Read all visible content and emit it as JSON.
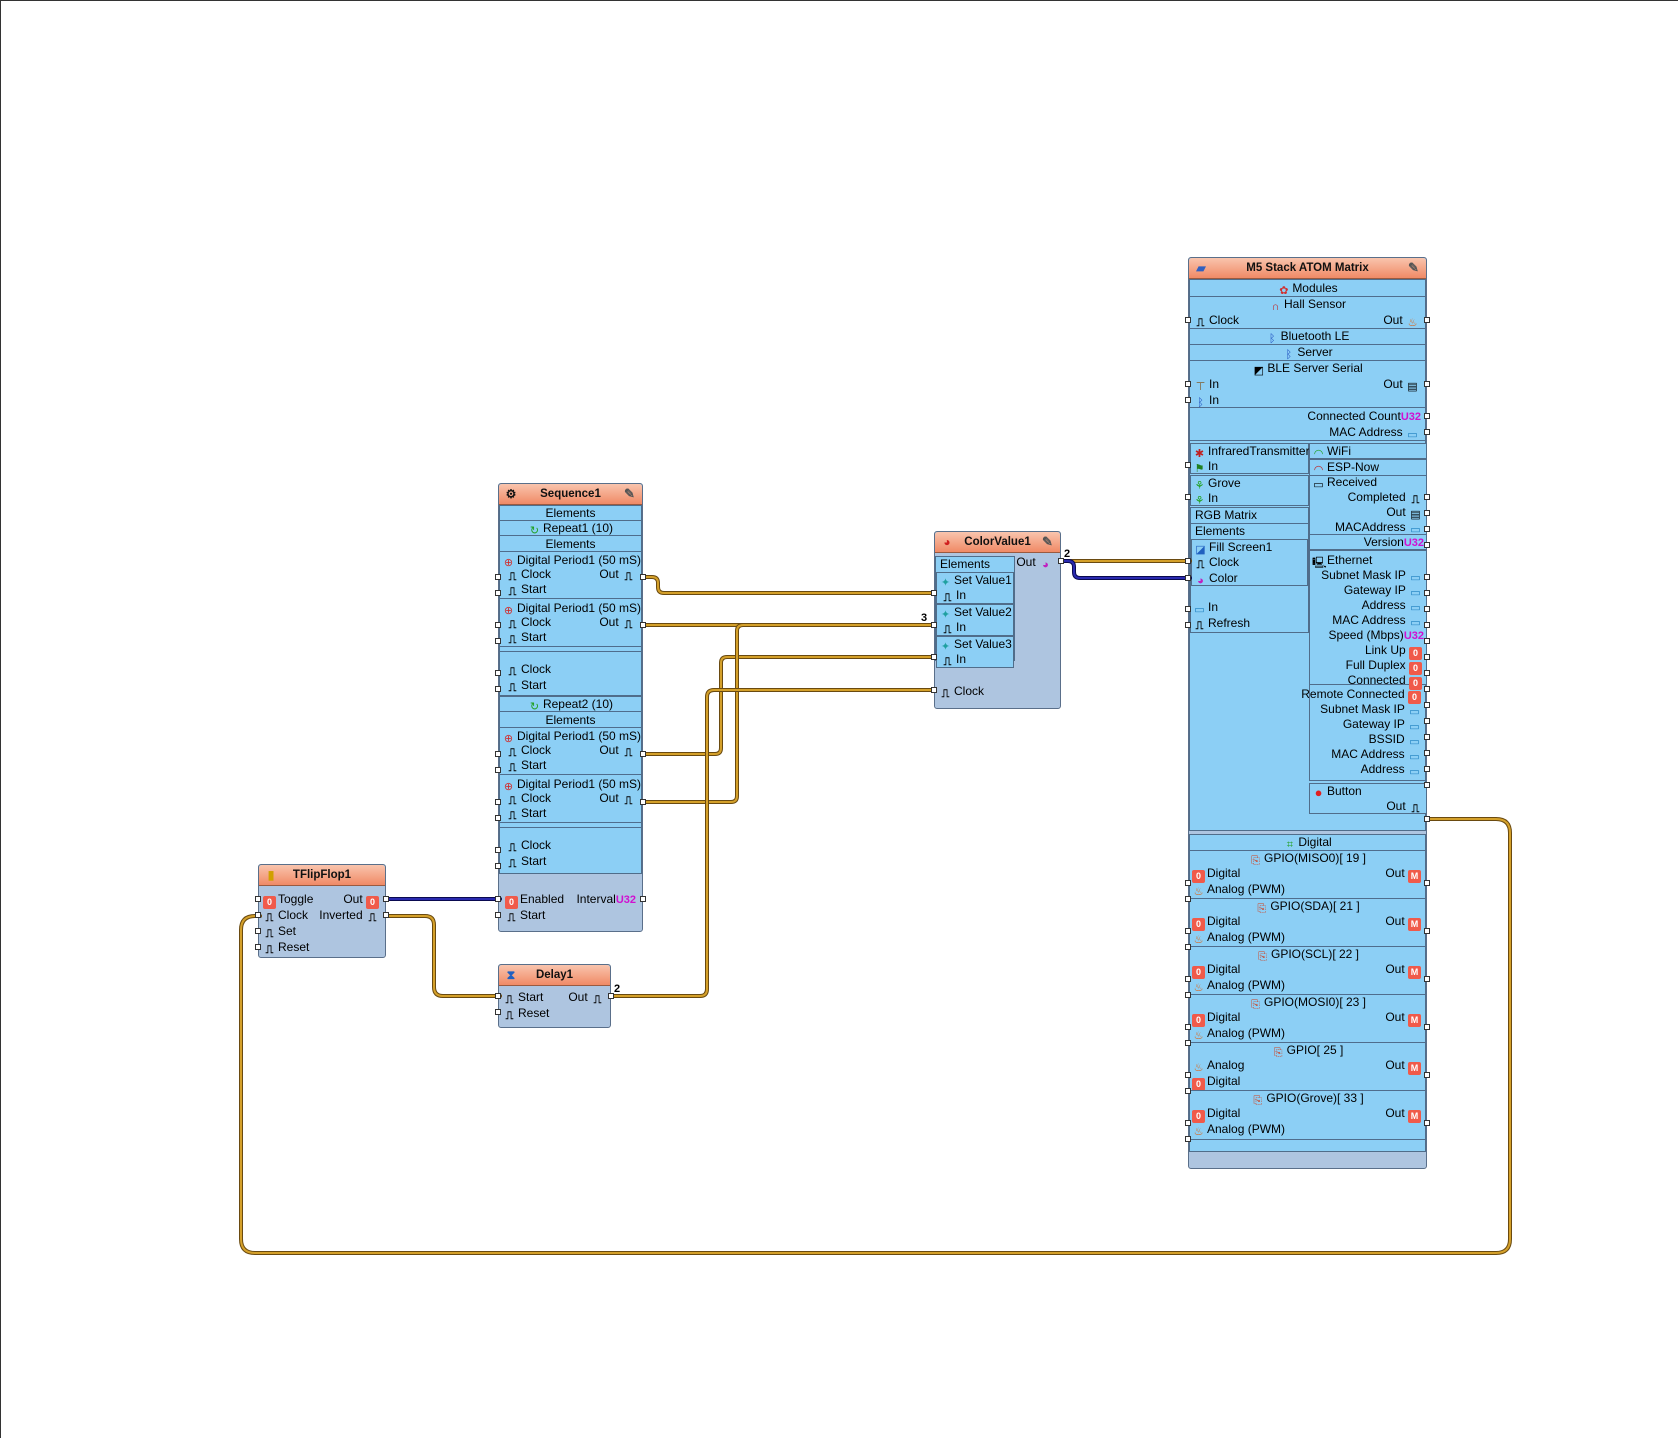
{
  "sequence": {
    "title": "Sequence1",
    "elements_label": "Elements",
    "repeat1": "Repeat1 (10)",
    "repeat2": "Repeat2 (10)",
    "period": "Digital Period1 (50 mS)",
    "clock": "Clock",
    "start": "Start",
    "out": "Out",
    "enabled": "Enabled",
    "interval": "Interval",
    "u32": "U32"
  },
  "colorvalue": {
    "title": "ColorValue1",
    "elements_label": "Elements",
    "out": "Out",
    "set1": "Set Value1",
    "set2": "Set Value2",
    "set3": "Set Value3",
    "in": "In",
    "clock": "Clock"
  },
  "tflipflop": {
    "title": "TFlipFlop1",
    "toggle": "Toggle",
    "clock": "Clock",
    "set": "Set",
    "reset": "Reset",
    "out": "Out",
    "inverted": "Inverted"
  },
  "delay": {
    "title": "Delay1",
    "start": "Start",
    "reset": "Reset",
    "out": "Out"
  },
  "wire_counts": {
    "colorvalue_out": "2",
    "set_value2_in": "3",
    "delay_out": "2"
  },
  "m5": {
    "title": "M5 Stack ATOM Matrix",
    "modules": "Modules",
    "hall_sensor": "Hall Sensor",
    "clock": "Clock",
    "out": "Out",
    "bluetooth_le": "Bluetooth LE",
    "server": "Server",
    "ble_server_serial": "BLE Server Serial",
    "in": "In",
    "connected_count": "Connected Count",
    "mac_address": "MAC Address",
    "u32": "U32",
    "infrared_transmitter": "InfraredTransmitter",
    "grove": "Grove",
    "rgb_matrix": "RGB Matrix",
    "elements": "Elements",
    "fill_screen": "Fill Screen1",
    "color": "Color",
    "refresh": "Refresh",
    "wifi": "WiFi",
    "esp_now": "ESP-Now",
    "received": "Received",
    "completed": "Completed",
    "mac_address_compact": "MACAddress",
    "version": "Version",
    "ethernet": "Ethernet",
    "subnet_mask_ip": "Subnet Mask IP",
    "gateway_ip": "Gateway IP",
    "address": "Address",
    "speed_mbps": "Speed (Mbps)",
    "link_up": "Link Up",
    "full_duplex": "Full Duplex",
    "connected": "Connected",
    "remote_connected": "Remote Connected",
    "bssid": "BSSID",
    "button": "Button",
    "digital_header": "Digital",
    "digital": "Digital",
    "analog_pwm": "Analog (PWM)",
    "analog": "Analog",
    "gpio_names": [
      "GPIO(MISO0)[ 19 ]",
      "GPIO(SDA)[ 21 ]",
      "GPIO(SCL)[ 22 ]",
      "GPIO(MOSI0)[ 23 ]",
      "GPIO[ 25 ]",
      "GPIO(Grove)[ 33 ]"
    ]
  },
  "colors": {
    "wire_digital": "#c8901e",
    "wire_bool": "#1a1a90",
    "section_fill": "#8ccff5",
    "component_fill": "#aec5e0",
    "header_fill": "#f08a66"
  }
}
